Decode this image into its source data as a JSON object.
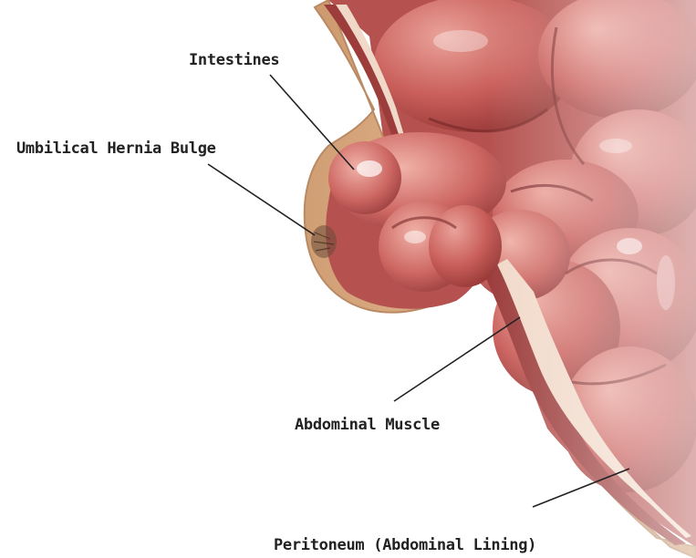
{
  "labels": {
    "intestines": "Intestines",
    "hernia_bulge": "Umbilical Hernia Bulge",
    "abdominal_muscle": "Abdominal Muscle",
    "peritoneum": "Peritoneum (Abdominal Lining)"
  },
  "colors": {
    "skin": "#d9a67c",
    "skin_edge": "#b98a63",
    "muscle": "#9c3d3c",
    "lining": "#f1d9c9",
    "intestine": "#c95e5a",
    "intestine_dark": "#8f3432",
    "intestine_light": "#e79a90",
    "leader_line": "#222222"
  }
}
